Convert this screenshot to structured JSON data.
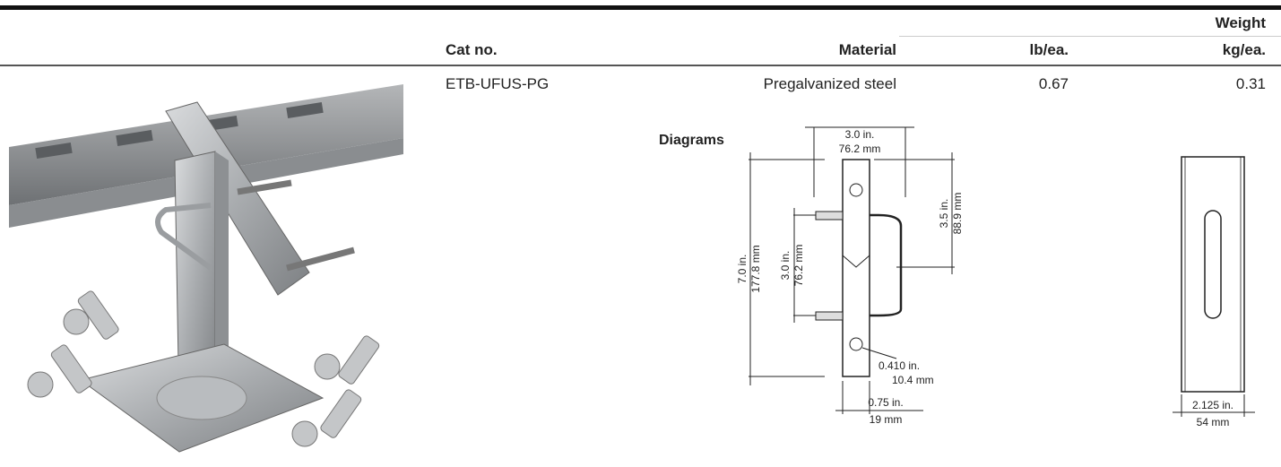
{
  "table": {
    "header": {
      "weight_group": "Weight",
      "cat_no": "Cat no.",
      "material": "Material",
      "lb": "lb/ea.",
      "kg": "kg/ea."
    },
    "row": {
      "cat_no": "ETB-UFUS-PG",
      "material": "Pregalvanized steel",
      "lb": "0.67",
      "kg": "0.31"
    }
  },
  "diagrams": {
    "heading": "Diagrams",
    "top_width_in": "3.0 in.",
    "top_width_mm": "76.2 mm",
    "overall_height_in": "7.0 in.",
    "overall_height_mm": "177.8 mm",
    "inner_height_in": "3.0 in.",
    "inner_height_mm": "76.2 mm",
    "half_height_in": "3.5 in.",
    "half_height_mm": "88.9 mm",
    "hole_in": "0.410 in.",
    "hole_mm": "10.4 mm",
    "depth_in": "0.75 in.",
    "depth_mm": "19 mm",
    "front_width_in": "2.125 in.",
    "front_width_mm": "54 mm"
  }
}
